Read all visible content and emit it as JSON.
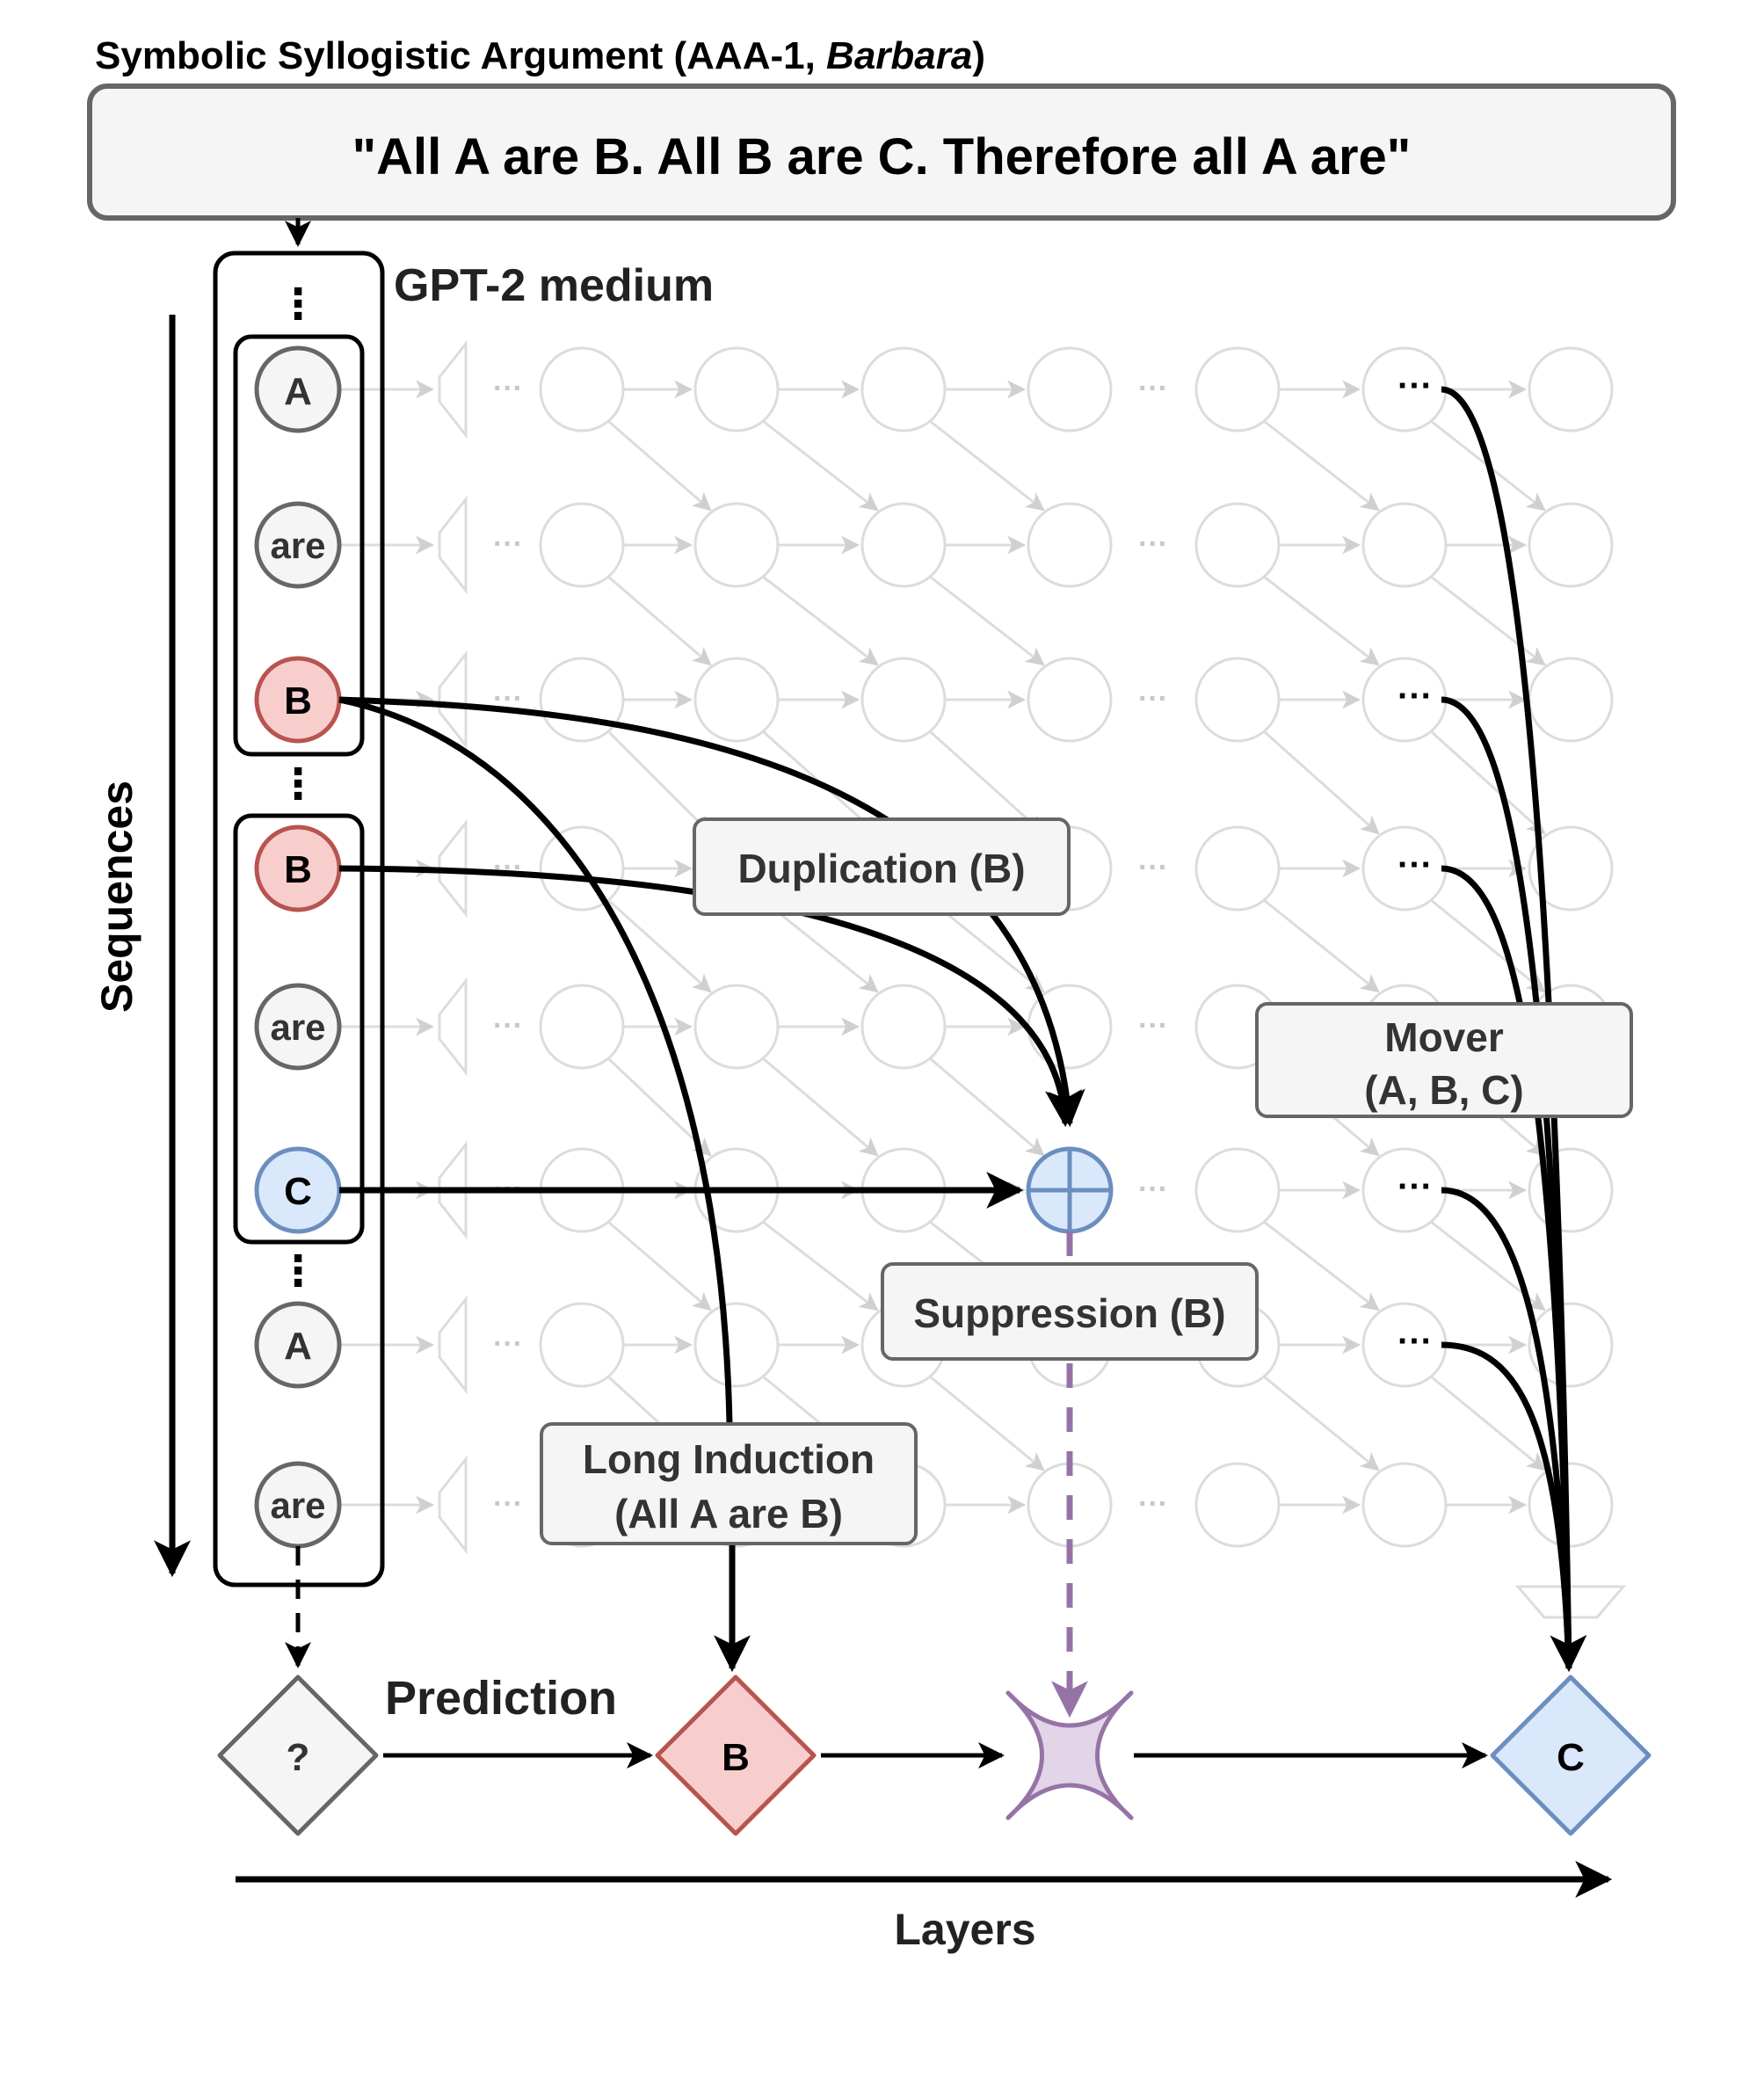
{
  "header": {
    "title_main": "Symbolic Syllogistic Argument (AAA-1, ",
    "title_italic": "Barbara",
    "title_end": ")",
    "prompt": "\"All A are B. All B are C. Therefore all A are\""
  },
  "model": {
    "label": "GPT-2 medium"
  },
  "axes": {
    "sequences": "Sequences",
    "layers": "Layers"
  },
  "tokens": [
    "A",
    "are",
    "B",
    "B",
    "are",
    "C",
    "A",
    "are"
  ],
  "ellipsis": "⋮",
  "dots": "···",
  "boxes": {
    "duplication": "Duplication (B)",
    "suppression": "Suppression (B)",
    "mover_line1": "Mover",
    "mover_line2": "(A, B, C)",
    "induction_line1": "Long Induction",
    "induction_line2": "(All A are B)"
  },
  "prediction": {
    "label": "Prediction",
    "unknown": "?",
    "first": "B",
    "final": "C"
  },
  "colors": {
    "red_fill": "#f8cecc",
    "red_stroke": "#b85450",
    "blue_fill": "#dae8fc",
    "blue_stroke": "#6c8ebf",
    "gray_fill": "#f5f5f5",
    "gray_stroke": "#666666",
    "purple_fill": "#e1d5e7",
    "purple_stroke": "#9673a6"
  }
}
